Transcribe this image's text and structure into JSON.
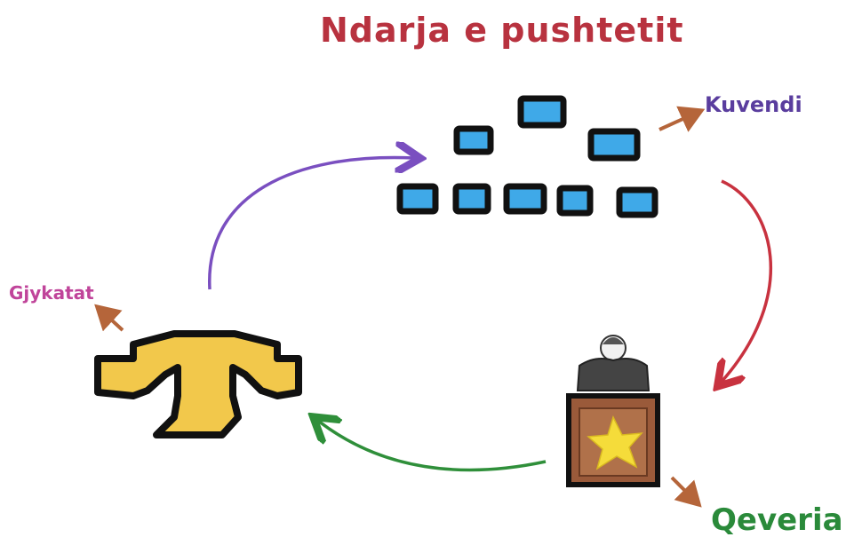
{
  "title": "Ndarja e pushtetit",
  "nodes": {
    "legislature": {
      "label": "Kuvendi",
      "icon": "parliament-seats-icon"
    },
    "judiciary": {
      "label": "Gjykatat",
      "icon": "scales-of-justice-icon"
    },
    "executive": {
      "label": "Qeveria",
      "icon": "podium-speaker-icon"
    }
  },
  "colors": {
    "title": "#b8323f",
    "seat_fill": "#3fa9e8",
    "kuvendi_label": "#5a3d9e",
    "gjykatat_label": "#c0449a",
    "qeveria_label": "#2a8a3a",
    "arrow_legislature_to_executive": "#c8323f",
    "arrow_executive_to_judiciary": "#2f8f3a",
    "arrow_judiciary_to_legislature": "#7a4fc0",
    "pointer_arrow": "#b5653a",
    "scales_fill": "#f2c84b",
    "podium_fill": "#9a5a3a",
    "star_fill": "#f5dc3a"
  }
}
